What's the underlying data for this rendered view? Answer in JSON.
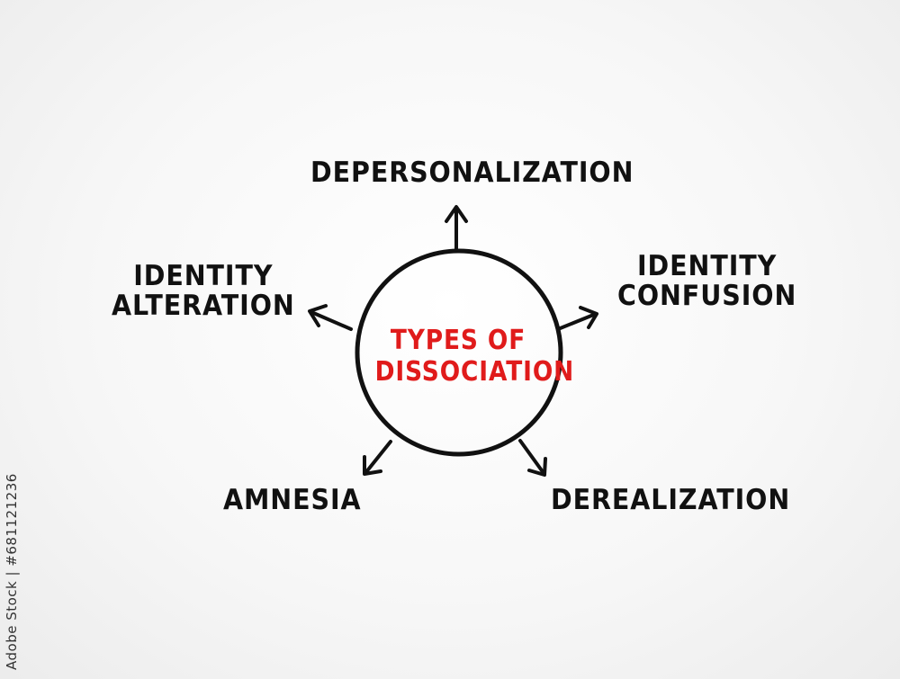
{
  "center": {
    "line1": "TYPES OF",
    "line2": "DISSOCIATION",
    "color": "#e01b1b"
  },
  "nodes": {
    "depersonalization": "DEPERSONALIZATION",
    "identity_alteration": [
      "IDENTITY",
      "ALTERATION"
    ],
    "identity_confusion": [
      "IDENTITY",
      "CONFUSION"
    ],
    "amnesia": "AMNESIA",
    "derealization": "DEREALIZATION"
  },
  "credit": "Adobe Stock | #681121236",
  "colors": {
    "ink": "#111111",
    "accent": "#e01b1b"
  }
}
